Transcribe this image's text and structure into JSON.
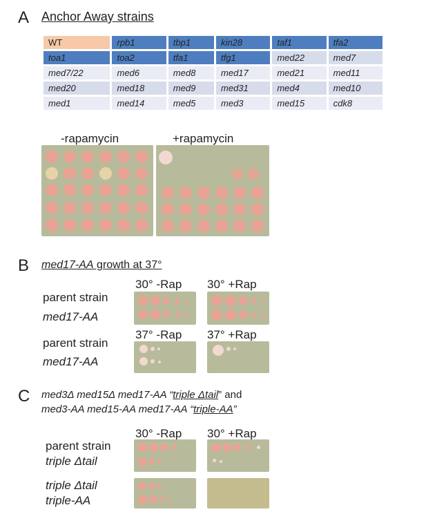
{
  "panelA": {
    "letter": "A",
    "title": "Anchor Away strains",
    "rows": [
      [
        "WT",
        "rpb1",
        "tbp1",
        "kin28",
        "taf1",
        "tfa2"
      ],
      [
        "toa1",
        "toa2",
        "tfa1",
        "tfg1",
        "med22",
        "med7"
      ],
      [
        "med7/22",
        "med6",
        "med8",
        "med17",
        "med21",
        "med11"
      ],
      [
        "med20",
        "med18",
        "med9",
        "med31",
        "med4",
        "med10"
      ],
      [
        "med1",
        "med14",
        "med5",
        "med3",
        "med15",
        "cdk8"
      ]
    ],
    "row_colors": [
      [
        "#f7c9a8",
        "#4e7ebf",
        "#4e7ebf",
        "#4e7ebf",
        "#4e7ebf",
        "#4e7ebf"
      ],
      [
        "#4e7ebf",
        "#4e7ebf",
        "#4e7ebf",
        "#4e7ebf",
        "#d7dceb",
        "#d7dceb"
      ],
      [
        "#e9ecf4",
        "#e9ecf4",
        "#e9ecf4",
        "#e9ecf4",
        "#e9ecf4",
        "#e9ecf4"
      ],
      [
        "#d7dceb",
        "#d7dceb",
        "#d7dceb",
        "#d7dceb",
        "#d7dceb",
        "#d7dceb"
      ],
      [
        "#e9ecf4",
        "#e9ecf4",
        "#e9ecf4",
        "#e9ecf4",
        "#e9ecf4",
        "#e9ecf4"
      ]
    ],
    "minus_label": "-rapamycin",
    "plus_label": "+rapamycin"
  },
  "panelB": {
    "letter": "B",
    "title_italic": "med17-AA",
    "title_rest": " growth at 37°",
    "cond_30_minus": "30° -Rap",
    "cond_30_plus": "30° +Rap",
    "cond_37_minus": "37° -Rap",
    "cond_37_plus": "37° +Rap",
    "strain_parent": "parent strain",
    "strain_med17": "med17-AA"
  },
  "panelC": {
    "letter": "C",
    "line1_a": "med3Δ med15Δ med17-AA “",
    "line1_b": "triple Δtail",
    "line1_c": "” and",
    "line2_a": "med3-AA med15-AA med17-AA   “",
    "line2_b": "triple-AA",
    "line2_c": "”",
    "cond_minus": "30° -Rap",
    "cond_plus": "30° +Rap",
    "strain_parent": "parent strain",
    "strain_triple_tail": "triple Δtail",
    "strain_triple_tail_2": "triple Δtail",
    "strain_triple_aa": "triple-AA"
  },
  "colors": {
    "plate": "#b8bb9b",
    "colony": "#e8a394",
    "colony_pale": "#f1d9cf"
  }
}
